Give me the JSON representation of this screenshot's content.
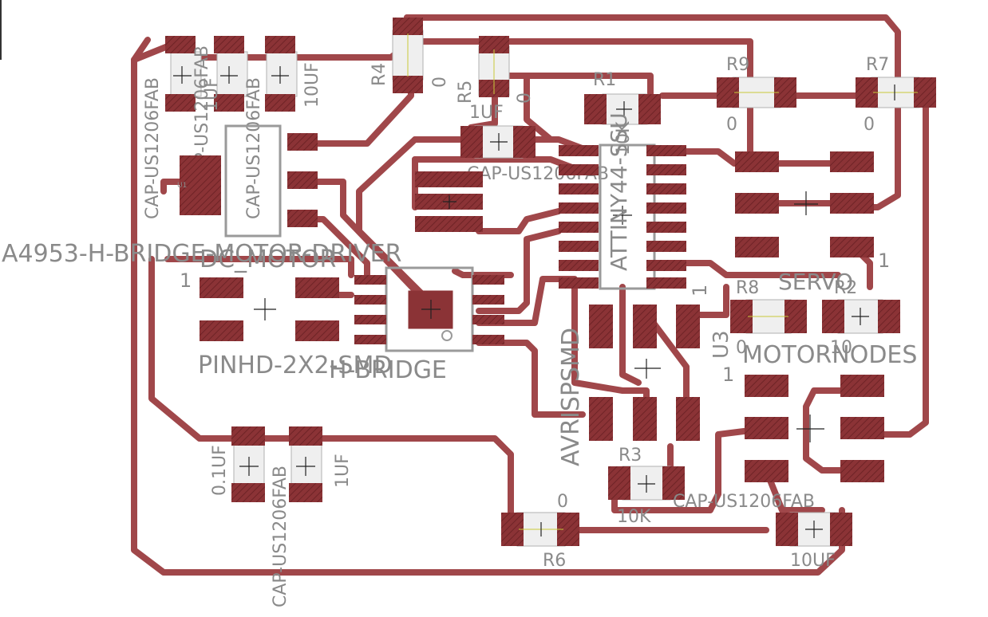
{
  "board": {
    "labels": {
      "a4953": "A4953-H-BRIDGE-MOTOR-DRIVER",
      "dc_motor": "DC_MOTOR",
      "pinhd": "PINHD-2X2-SMD",
      "h_bridge": "H-BRIDGE",
      "avrispsmd": "AVRISPSMD",
      "attiny": "ATTINY44-SSU",
      "servo": "SERVO",
      "motornodes": "MOTORNODES",
      "cap_top_left_1": "CAP-US1206FAB",
      "cap_top_left_2": "CAP-US1206FAB",
      "cap_top_left_3": "CAP-US1206FAB",
      "cap_mid": "CAP-US1206FAB",
      "cap_bottom_left": "CAP-US1206FAB",
      "cap_bottom_right": "CAP-US1206FAB",
      "cap_top_10uf": "10UF",
      "cap_10uf_bottom": "10UF",
      "cap_1uf_top": "1UF",
      "cap_1uf_bottom": "1UF",
      "cap_01uf": "0.1UF",
      "r1": "R1",
      "r1_val": "10K",
      "r3": "R3",
      "r3_val": "10K",
      "r4": "R4",
      "r4_val": "0",
      "r5": "R5",
      "r5_val": "0",
      "r6": "R6",
      "r6_val": "0",
      "r7": "R7",
      "r7_val": "0",
      "r8": "R8",
      "r8_val": "0",
      "r9": "R9",
      "r9_val": "0",
      "r2": "R2",
      "r2_val": "10",
      "u3": "U3",
      "u1": "U1",
      "pin1_a": "1",
      "pin1_b": "1",
      "pin1_c": "1",
      "pin1_d": "1",
      "pin1_e": "1"
    },
    "colors": {
      "copper": "#a0474a",
      "pad": "#8b3336",
      "silkscreen": "#8a8a8a"
    }
  }
}
